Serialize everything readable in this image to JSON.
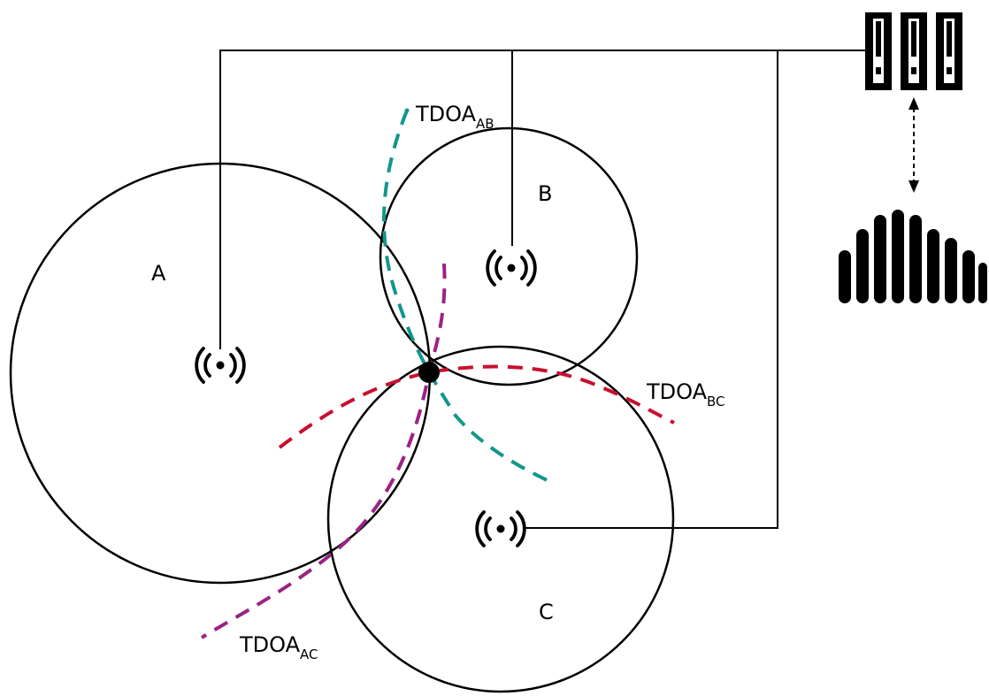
{
  "anchors": {
    "a_label": "A",
    "b_label": "B",
    "c_label": "C"
  },
  "tdoa": {
    "ab": {
      "main": "TDOA",
      "sub": "AB",
      "color": "#13968d"
    },
    "bc": {
      "main": "TDOA",
      "sub": "BC",
      "color": "#c8102e"
    },
    "ac": {
      "main": "TDOA",
      "sub": "AC",
      "color": "#9b2384"
    }
  },
  "colors": {
    "line": "#000000",
    "background": "#ffffff"
  },
  "icons": {
    "anchor": "wireless-signal-icon",
    "gateway": "server-rack-icon",
    "cloud": "cloud-icon",
    "tag": "tag-position-dot"
  }
}
